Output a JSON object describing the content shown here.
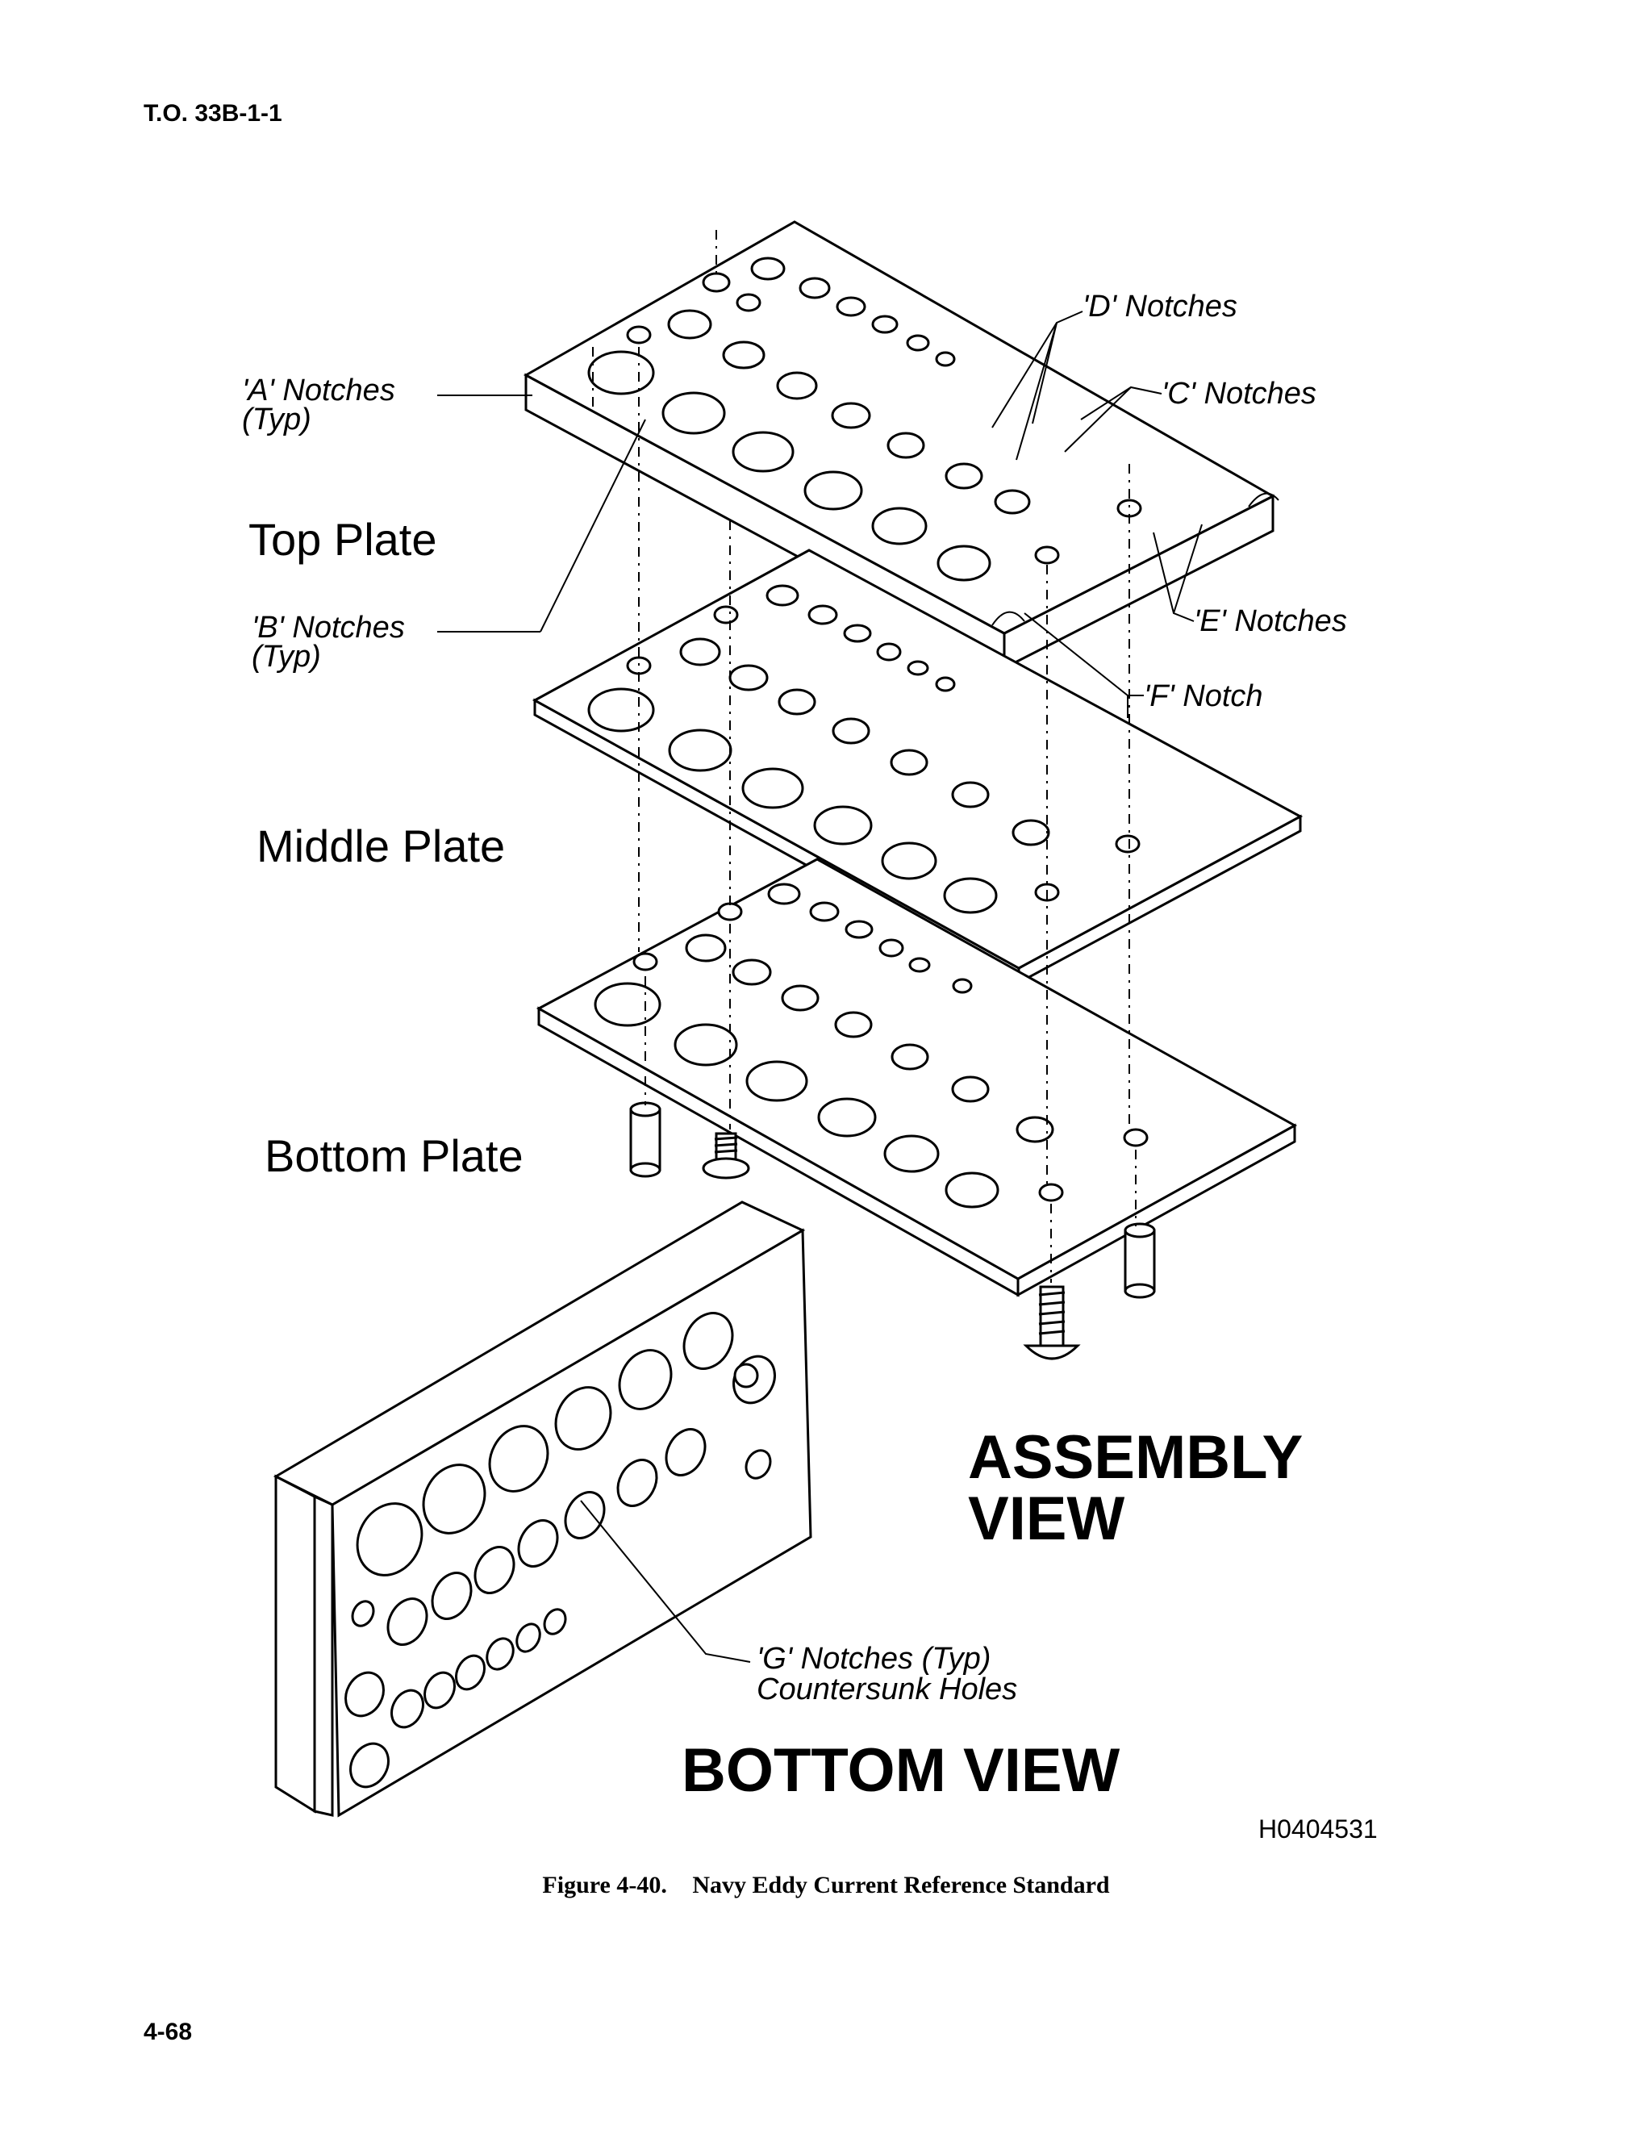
{
  "header": {
    "doc_id": "T.O. 33B-1-1",
    "page_number": "4-68"
  },
  "figure": {
    "labels": {
      "a_notches": "'A' Notches",
      "a_typ": "(Typ)",
      "b_notches": "'B' Notches",
      "b_typ": "(Typ)",
      "c_notches": "'C' Notches",
      "d_notches": "'D' Notches",
      "e_notches": "'E' Notches",
      "f_notch": "'F' Notch",
      "g_notches": "'G' Notches (Typ)",
      "countersunk": "Countersunk Holes",
      "top_plate": "Top Plate",
      "middle_plate": "Middle Plate",
      "bottom_plate": "Bottom Plate",
      "assembly": "ASSEMBLY",
      "view": "VIEW",
      "bottom_view": "BOTTOM VIEW",
      "code": "H0404531"
    },
    "caption_number": "Figure 4-40.",
    "caption_title": "Navy Eddy Current Reference Standard"
  }
}
